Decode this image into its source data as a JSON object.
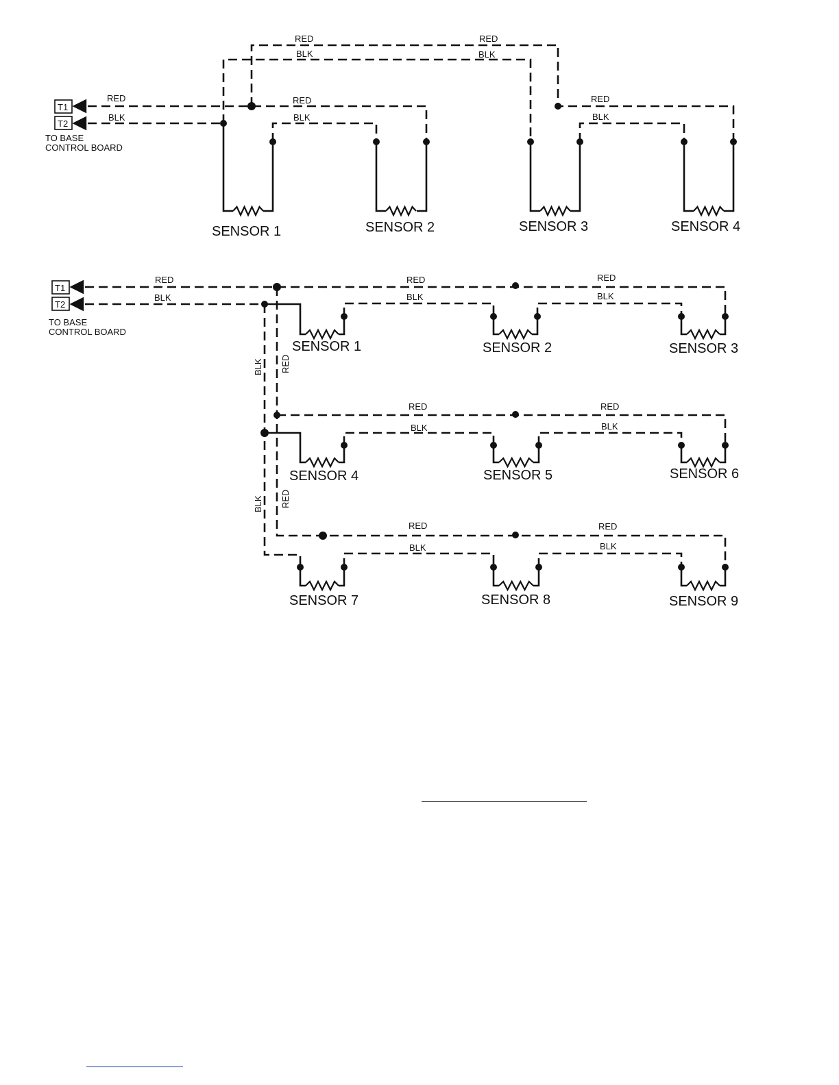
{
  "wire_labels": {
    "red": "RED",
    "blk": "BLK"
  },
  "terminals": {
    "t1": "T1",
    "t2": "T2"
  },
  "board_label": {
    "line1": "TO BASE",
    "line2": "CONTROL BOARD"
  },
  "diagram_top": {
    "sensors": [
      "SENSOR 1",
      "SENSOR 2",
      "SENSOR 3",
      "SENSOR 4"
    ]
  },
  "diagram_bottom": {
    "sensors": [
      "SENSOR 1",
      "SENSOR 2",
      "SENSOR 3",
      "SENSOR 4",
      "SENSOR 5",
      "SENSOR 6",
      "SENSOR 7",
      "SENSOR 8",
      "SENSOR 9"
    ]
  }
}
